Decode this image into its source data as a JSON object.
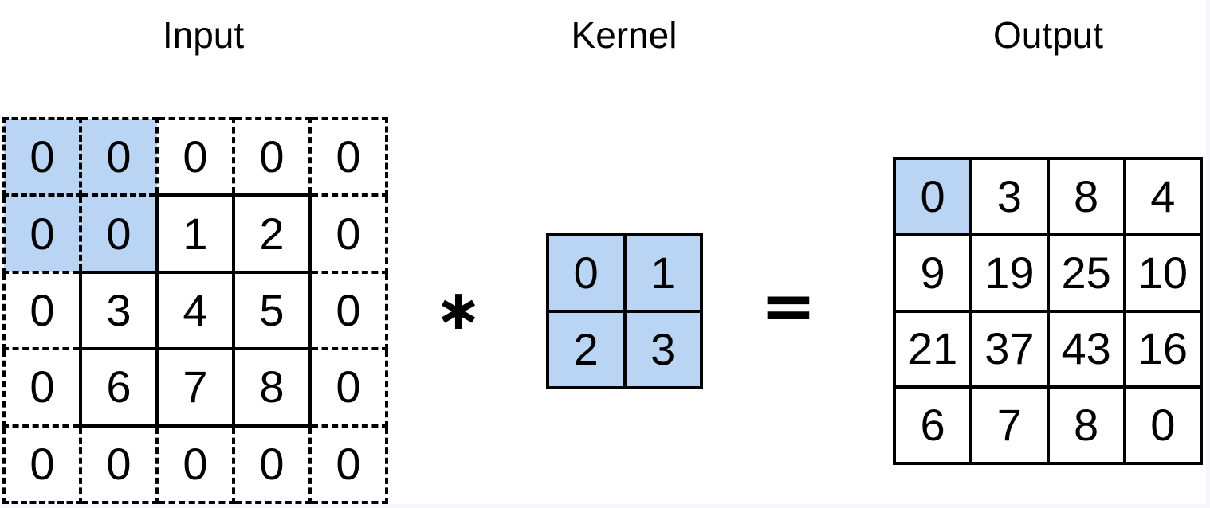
{
  "diagram": {
    "titles": {
      "input": "Input",
      "kernel": "Kernel",
      "output": "Output"
    },
    "operators": {
      "convolution": "∗",
      "equals": "="
    },
    "colors": {
      "highlight": "#BAD4F4",
      "line": "#000000"
    },
    "input_grid": {
      "rows": 5,
      "cols": 5,
      "cells": [
        [
          {
            "v": "0",
            "t": "pad",
            "h": true
          },
          {
            "v": "0",
            "t": "pad",
            "h": true
          },
          {
            "v": "0",
            "t": "pad"
          },
          {
            "v": "0",
            "t": "pad"
          },
          {
            "v": "0",
            "t": "pad"
          }
        ],
        [
          {
            "v": "0",
            "t": "pad",
            "h": true
          },
          {
            "v": "0",
            "t": "core",
            "h": true
          },
          {
            "v": "1",
            "t": "core"
          },
          {
            "v": "2",
            "t": "core"
          },
          {
            "v": "0",
            "t": "pad"
          }
        ],
        [
          {
            "v": "0",
            "t": "pad"
          },
          {
            "v": "3",
            "t": "core"
          },
          {
            "v": "4",
            "t": "core"
          },
          {
            "v": "5",
            "t": "core"
          },
          {
            "v": "0",
            "t": "pad"
          }
        ],
        [
          {
            "v": "0",
            "t": "pad"
          },
          {
            "v": "6",
            "t": "core"
          },
          {
            "v": "7",
            "t": "core"
          },
          {
            "v": "8",
            "t": "core"
          },
          {
            "v": "0",
            "t": "pad"
          }
        ],
        [
          {
            "v": "0",
            "t": "pad"
          },
          {
            "v": "0",
            "t": "pad"
          },
          {
            "v": "0",
            "t": "pad"
          },
          {
            "v": "0",
            "t": "pad"
          },
          {
            "v": "0",
            "t": "pad"
          }
        ]
      ]
    },
    "kernel_grid": {
      "rows": 2,
      "cols": 2,
      "cells": [
        [
          {
            "v": "0",
            "t": "core",
            "h": true
          },
          {
            "v": "1",
            "t": "core",
            "h": true
          }
        ],
        [
          {
            "v": "2",
            "t": "core",
            "h": true
          },
          {
            "v": "3",
            "t": "core",
            "h": true
          }
        ]
      ]
    },
    "output_grid": {
      "rows": 4,
      "cols": 4,
      "cells": [
        [
          {
            "v": "0",
            "t": "core",
            "h": true
          },
          {
            "v": "3",
            "t": "core"
          },
          {
            "v": "8",
            "t": "core"
          },
          {
            "v": "4",
            "t": "core"
          }
        ],
        [
          {
            "v": "9",
            "t": "core"
          },
          {
            "v": "19",
            "t": "core"
          },
          {
            "v": "25",
            "t": "core"
          },
          {
            "v": "10",
            "t": "core"
          }
        ],
        [
          {
            "v": "21",
            "t": "core"
          },
          {
            "v": "37",
            "t": "core"
          },
          {
            "v": "43",
            "t": "core"
          },
          {
            "v": "16",
            "t": "core"
          }
        ],
        [
          {
            "v": "6",
            "t": "core"
          },
          {
            "v": "7",
            "t": "core"
          },
          {
            "v": "8",
            "t": "core"
          },
          {
            "v": "0",
            "t": "core"
          }
        ]
      ]
    }
  }
}
